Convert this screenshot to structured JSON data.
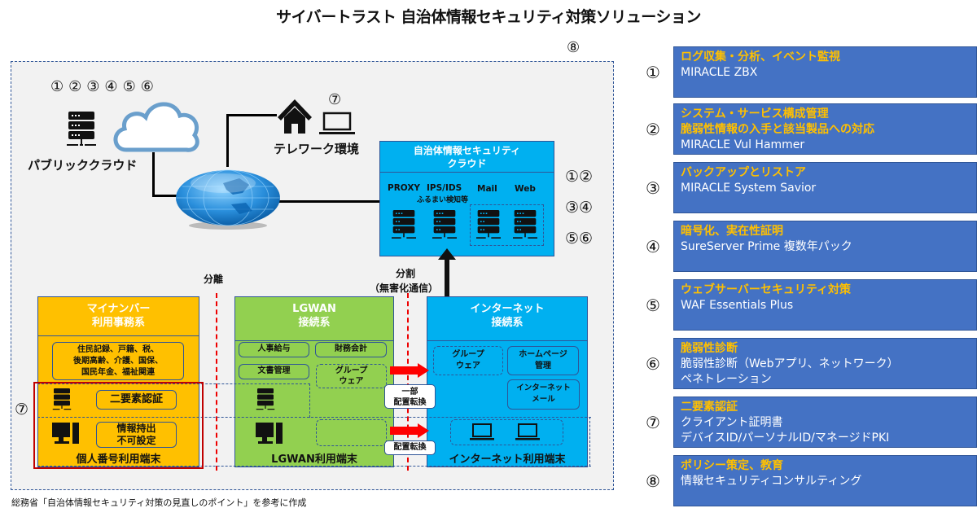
{
  "title": "サイバートラスト 自治体情報セキュリティ対策ソリューション",
  "diagram": {
    "outer_marker": "⑧",
    "public_cloud": {
      "markers": [
        "①",
        "②",
        "③",
        "④",
        "⑤",
        "⑥"
      ],
      "label": "パブリッククラウド"
    },
    "telework": {
      "marker": "⑦",
      "label": "テレワーク環境"
    },
    "security_cloud": {
      "title_line1": "自治体情報セキュリティ",
      "title_line2": "クラウド",
      "servers": [
        {
          "label": "PROXY",
          "sub": ""
        },
        {
          "label": "IPS/IDS",
          "sub": "ふるまい検知等"
        },
        {
          "label": "Mail",
          "sub": ""
        },
        {
          "label": "Web",
          "sub": ""
        }
      ],
      "markers": [
        [
          "①",
          "②"
        ],
        [
          "③",
          "④"
        ],
        [
          "⑤",
          "⑥"
        ]
      ]
    },
    "separation_label": "分離",
    "split_label_line1": "分割",
    "split_label_line2": "（無害化通信）",
    "mynumber_zone": {
      "title_line1": "マイナンバー",
      "title_line2": "利用事務系",
      "services_line1": "住民記録、戸籍、税、",
      "services_line2": "後期高齢、介護、国保、",
      "services_line3": "国民年金、福祉関連",
      "auth_label": "二要素認証",
      "no_export_line1": "情報持出",
      "no_export_line2": "不可設定",
      "terminal_label": "個人番号利用端末",
      "marker": "⑦"
    },
    "lgwan_zone": {
      "title_line1": "LGWAN",
      "title_line2": "接続系",
      "services": [
        "人事給与",
        "財務会計",
        "文書管理"
      ],
      "groupware_line1": "グループ",
      "groupware_line2": "ウェア",
      "terminal_label": "LGWAN利用端末"
    },
    "transfer_partial_line1": "一部",
    "transfer_partial_line2": "配置転換",
    "transfer_label": "配置転換",
    "internet_zone": {
      "title_line1": "インターネット",
      "title_line2": "接続系",
      "groupware_line1": "グループ",
      "groupware_line2": "ウェア",
      "homepage_line1": "ホームページ",
      "homepage_line2": "管理",
      "mail_line1": "インターネット",
      "mail_line2": "メール",
      "terminal_label": "インターネット利用端末"
    }
  },
  "legend": [
    {
      "marker": "①",
      "heading": [
        "ログ収集・分析、イベント監視"
      ],
      "lines": [
        "MIRACLE ZBX"
      ]
    },
    {
      "marker": "②",
      "heading": [
        "システム・サービス構成管理",
        "脆弱性情報の入手と該当製品への対応"
      ],
      "lines": [
        "MIRACLE Vul Hammer"
      ]
    },
    {
      "marker": "③",
      "heading": [
        "バックアップとリストア"
      ],
      "lines": [
        "MIRACLE System Savior"
      ]
    },
    {
      "marker": "④",
      "heading": [
        "暗号化、実在性証明"
      ],
      "lines": [
        "SureServer Prime 複数年パック"
      ]
    },
    {
      "marker": "⑤",
      "heading": [
        "ウェブサーバーセキュリティ対策"
      ],
      "lines": [
        "WAF Essentials Plus"
      ]
    },
    {
      "marker": "⑥",
      "heading": [
        "脆弱性診断"
      ],
      "lines": [
        "脆弱性診断（Webアプリ、ネットワーク）",
        "ペネトレーション"
      ]
    },
    {
      "marker": "⑦",
      "heading": [
        "二要素認証"
      ],
      "lines": [
        "クライアント証明書",
        "デバイスID/パーソナルID/マネージドPKI"
      ]
    },
    {
      "marker": "⑧",
      "heading": [
        "ポリシー策定、教育"
      ],
      "lines": [
        "情報セキュリティコンサルティング"
      ]
    }
  ],
  "footnote": "総務省「自治体情報セキュリティ対策の見直しのポイント」を参考に作成",
  "colors": {
    "legend_bg": "#4472c4",
    "legend_heading": "#ffc000",
    "mynumber_zone": "#ffc000",
    "lgwan_zone": "#92d050",
    "internet_zone": "#00b0f0",
    "boundary_red": "#c00000",
    "transfer_arrow": "#ff0000"
  }
}
